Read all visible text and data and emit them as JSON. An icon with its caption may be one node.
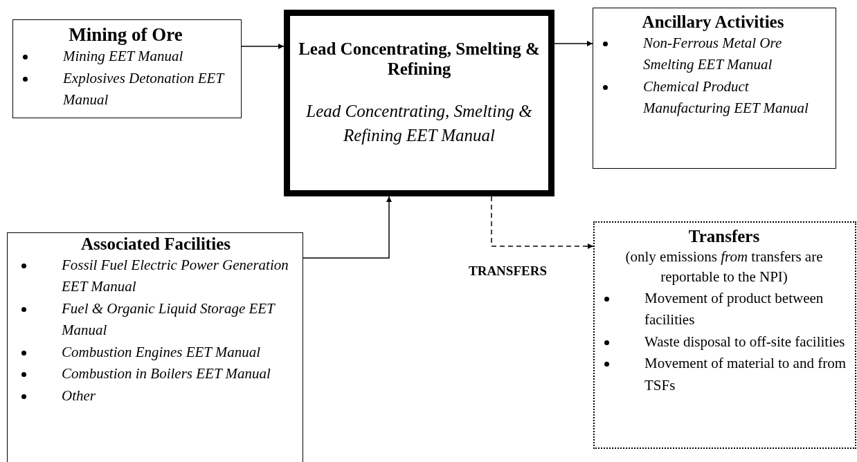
{
  "diagram": {
    "nodes": [
      {
        "text": [
          "Mining of Ore",
          "Mining EET Manual",
          "Explosives Detonation EET Manual"
        ]
      },
      {
        "text": [
          "Lead Concentrating, Smelting & Refining",
          "Lead Concentrating, Smelting & Refining EET Manual"
        ]
      },
      {
        "text": [
          "Ancillary Activities",
          "Non-Ferrous Metal Ore Smelting EET Manual",
          "Chemical Product Manufacturing EET Manual"
        ]
      },
      {
        "text": [
          "Associated Facilities",
          "Fossil Fuel Electric Power Generation EET Manual",
          "Fuel & Organic Liquid Storage EET Manual",
          "Combustion Engines EET Manual",
          "Combustion in Boilers EET Manual",
          "Other"
        ]
      },
      {
        "text": [
          "Transfers",
          "(only emissions *from* transfers are reportable to the NPI)",
          "Movement of product between facilities",
          "Waste disposal to off-site facilities",
          "Movement of material to and from TSFs"
        ]
      }
    ],
    "edges": [
      {
        "from": 0,
        "to": 1,
        "arrow": "to"
      },
      {
        "from": 1,
        "to": 2,
        "arrow": "to"
      },
      {
        "from": 3,
        "to": 1,
        "arrow": "to"
      },
      {
        "from": 1,
        "to": 4,
        "arrow": "to",
        "style": "dashed",
        "label": "TRANSFERS"
      }
    ]
  }
}
